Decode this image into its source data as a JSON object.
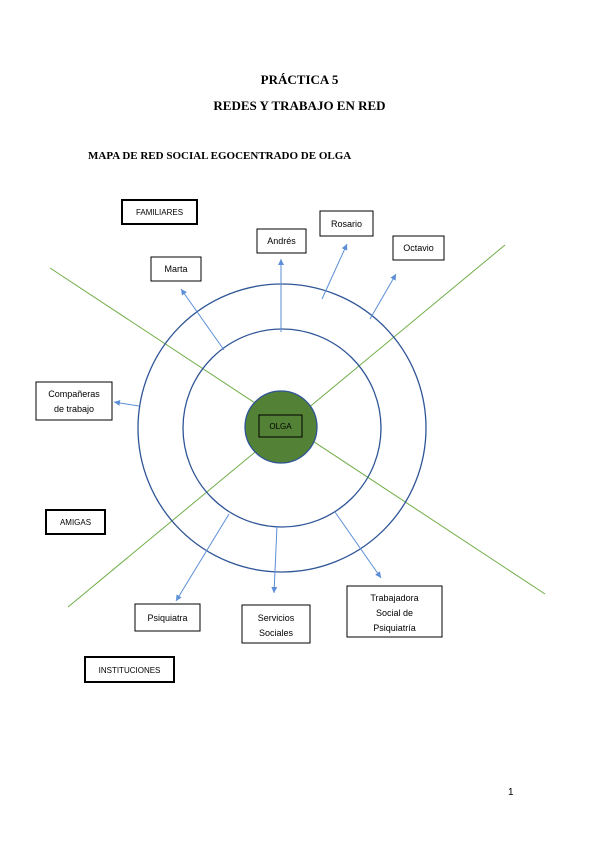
{
  "header": {
    "title": "PRÁCTICA 5",
    "subtitle": "REDES Y TRABAJO EN RED"
  },
  "map_title": "MAPA DE RED SOCIAL EGOCENTRADO DE OLGA",
  "center": {
    "label": "OLGA",
    "color": "#538135"
  },
  "sectors": {
    "familiares": "FAMILIARES",
    "amigas": "AMIGAS",
    "instituciones": "INSTITUCIONES"
  },
  "nodes": {
    "marta": "Marta",
    "andres": "Andrés",
    "rosario": "Rosario",
    "octavio": "Octavio",
    "companeras": [
      "Compañeras",
      "de trabajo"
    ],
    "psiquiatra": "Psiquiatra",
    "servicios": [
      "Servicios",
      "Sociales"
    ],
    "trabajadora": [
      "Trabajadora",
      "Social de",
      "Psiquiatría"
    ]
  },
  "colors": {
    "circle_stroke": "#2f5597",
    "arrow": "#5b8ed6",
    "divider": "#70ad47"
  },
  "page_number": "1"
}
